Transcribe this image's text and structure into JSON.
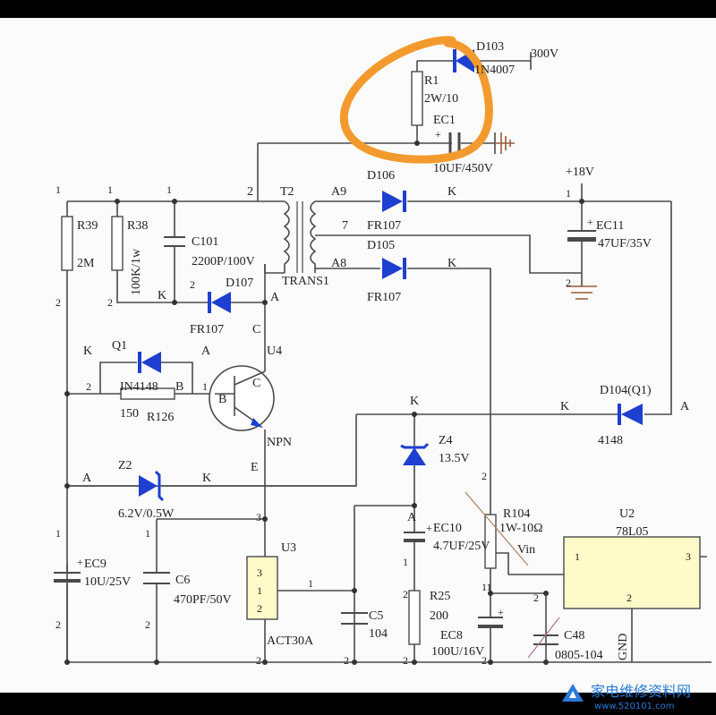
{
  "title": "",
  "colors": {
    "component": "#1e3fd0",
    "ic_fill": "#fffbc8",
    "annotation": "#f39a2e",
    "wire": "#4a4a4a"
  },
  "parts": {
    "d103": {
      "ref": "D103",
      "part": "1N4007"
    },
    "v300": "300V",
    "r1": {
      "ref": "R1",
      "value": "2W/10"
    },
    "ec1": {
      "ref": "EC1",
      "value": "10UF/450V"
    },
    "t2": {
      "ref": "T2",
      "part": "TRANS1",
      "pin_a9": "A9",
      "pin_7": "7",
      "pin_a8": "A8",
      "pin_2": "2",
      "pin_a": "A"
    },
    "d106": {
      "ref": "D106",
      "part": "FR107"
    },
    "d105": {
      "ref": "D105",
      "part": "FR107"
    },
    "v18": "+18V",
    "ec11": {
      "ref": "EC11",
      "value": "47UF/35V"
    },
    "r39": {
      "ref": "R39",
      "value": "2M"
    },
    "r38": {
      "ref": "R38",
      "value": "100K/1w"
    },
    "c101": {
      "ref": "C101",
      "value": "2200P/100V"
    },
    "d107": {
      "ref": "D107",
      "part": "FR107"
    },
    "q1": {
      "ref": "Q1",
      "part": "IN4148"
    },
    "r126": {
      "ref": "R126",
      "value": "150"
    },
    "u4": {
      "ref": "U4",
      "type": "NPN",
      "b": "B",
      "c": "C",
      "e": "E"
    },
    "d104": {
      "ref": "D104(Q1)",
      "part": "4148"
    },
    "z4": {
      "ref": "Z4",
      "value": "13.5V"
    },
    "z2": {
      "ref": "Z2",
      "value": "6.2V/0.5W"
    },
    "r104": {
      "ref": "R104",
      "value": "1W-10Ω"
    },
    "vin": "Vin",
    "u2": {
      "ref": "U2",
      "part": "78L05",
      "pin1": "1",
      "pin2": "2",
      "pin3": "3"
    },
    "ec10": {
      "ref": "EC10",
      "value": "4.7UF/25V"
    },
    "ec9": {
      "ref": "EC9",
      "value": "10U/25V"
    },
    "c6": {
      "ref": "C6",
      "value": "470PF/50V"
    },
    "u3": {
      "ref": "U3",
      "part": "ACT30A",
      "pin1": "1",
      "pin2": "2",
      "pin3": "3"
    },
    "c5": {
      "ref": "C5",
      "value": "104"
    },
    "r25": {
      "ref": "R25",
      "value": "200"
    },
    "ec8": {
      "ref": "EC8",
      "value": "100U/16V"
    },
    "c48": {
      "ref": "C48",
      "value": "0805-104"
    },
    "gnd": "GND"
  },
  "pins": {
    "one": "1",
    "two": "2",
    "a": "A",
    "k": "K",
    "b": "B",
    "plus": "+",
    "eleven": "11"
  },
  "watermark": {
    "brand": "家电维修资料网",
    "url": "www.520101.com"
  }
}
